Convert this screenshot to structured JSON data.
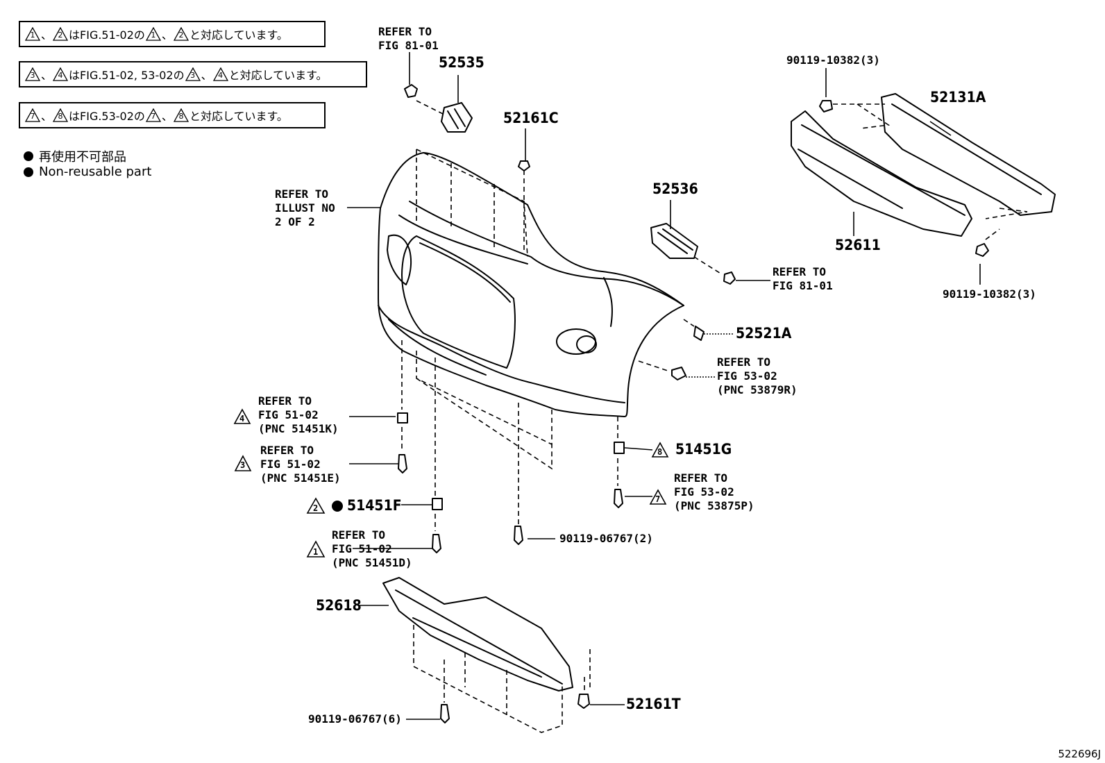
{
  "notes": [
    {
      "marks": [
        "1",
        "2"
      ],
      "text1": "はFIG.51-02の",
      "marks2": [
        "1",
        "2"
      ],
      "text2": "と対応しています。"
    },
    {
      "marks": [
        "3",
        "4"
      ],
      "text1": "はFIG.51-02, 53-02の",
      "marks2": [
        "3",
        "4"
      ],
      "text2": "と対応しています。"
    },
    {
      "marks": [
        "7",
        "8"
      ],
      "text1": "はFIG.53-02の",
      "marks2": [
        "7",
        "8"
      ],
      "text2": "と対応しています。"
    }
  ],
  "separator": "、",
  "legend": {
    "jp": "再使用不可部品",
    "en": "Non-reusable part"
  },
  "labels": {
    "refer_81_top": "REFER TO\nFIG 81-01",
    "p52535": "52535",
    "p52161C": "52161C",
    "refer_illust": "REFER TO\nILLUST NO\n2 OF 2",
    "p90119_top": "90119-10382(3)",
    "p52131A": "52131A",
    "p52536": "52536",
    "p52611": "52611",
    "p90119_bot": "90119-10382(3)",
    "refer_81_mid": "REFER TO\nFIG 81-01",
    "p52521A": "52521A",
    "refer_53879R": "REFER TO\nFIG 53-02\n(PNC 53879R)",
    "refer_51451K": "REFER TO\nFIG 51-02\n(PNC 51451K)",
    "refer_51451E": "REFER TO\nFIG 51-02\n(PNC 51451E)",
    "p51451G": "51451G",
    "refer_53875P": "REFER TO\nFIG 53-02\n(PNC 53875P)",
    "p51451F": "51451F",
    "refer_51451D": "REFER TO\nFIG 51-02\n(PNC 51451D)",
    "p90119_06767_2": "90119-06767(2)",
    "p52618": "52618",
    "p52161T": "52161T",
    "p90119_06767_6": "90119-06767(6)"
  },
  "triangles": {
    "t4": "4",
    "t3": "3",
    "t8": "8",
    "t7": "7",
    "t2": "2",
    "t1": "1"
  },
  "figure_code": "522696J"
}
